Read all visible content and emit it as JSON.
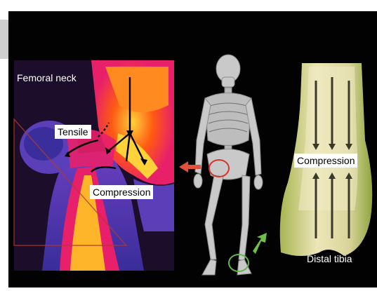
{
  "labels": {
    "femoral_neck": "Femoral neck",
    "tensile": "Tensile",
    "compression_left": "Compression",
    "compression_right": "Compression",
    "distal_tibia": "Distal tibia"
  },
  "colors": {
    "background": "#020202",
    "thermal_hot": "#ff5a12",
    "thermal_warm": "#e8206a",
    "thermal_cool": "#5a3fb8",
    "thermal_cold": "#2a2b8c",
    "bone_cream": "#e9e3b0",
    "bone_green": "#9cb54a",
    "arrow_red": "#e0503a",
    "arrow_green": "#6fc04a",
    "circle_red": "#d8342a",
    "circle_green": "#5fb84a"
  },
  "icons": [
    "stress-arrow-icon",
    "skeleton-figure",
    "highlight-circle-icon",
    "direction-arrow-icon"
  ]
}
